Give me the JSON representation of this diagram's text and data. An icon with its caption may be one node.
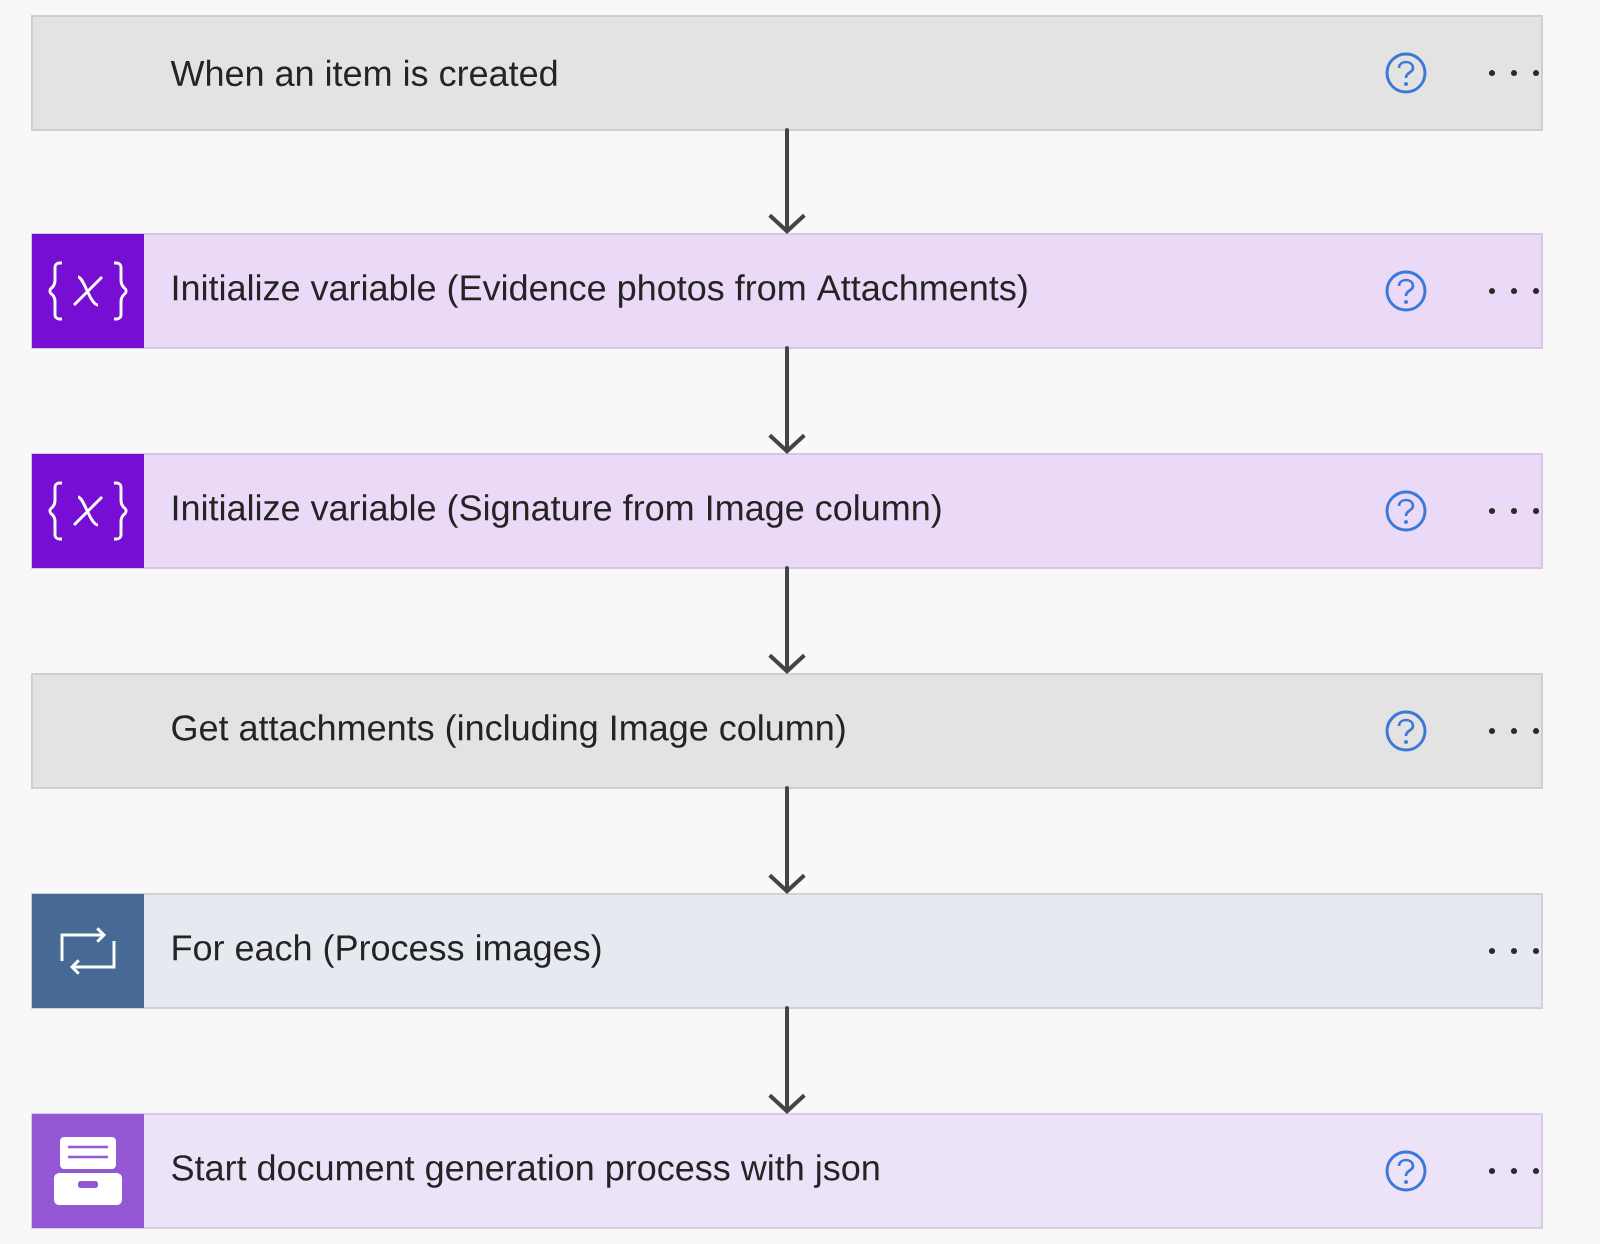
{
  "diagram": {
    "nodes": [
      {
        "text": [
          "When an item is created"
        ]
      },
      {
        "text": [
          "Initialize variable (Evidence photos from Attachments)"
        ]
      },
      {
        "text": [
          "Initialize variable (Signature from Image column)"
        ]
      },
      {
        "text": [
          "Get attachments (including Image column)"
        ]
      },
      {
        "text": [
          "For each (Process images)"
        ]
      },
      {
        "text": [
          "Start document generation process with json"
        ]
      }
    ],
    "edges": [
      {
        "from": 0,
        "to": 1,
        "arrow": "to"
      },
      {
        "from": 1,
        "to": 2,
        "arrow": "to"
      },
      {
        "from": 2,
        "to": 3,
        "arrow": "to"
      },
      {
        "from": 3,
        "to": 4,
        "arrow": "to"
      },
      {
        "from": 4,
        "to": 5,
        "arrow": "to"
      }
    ]
  }
}
